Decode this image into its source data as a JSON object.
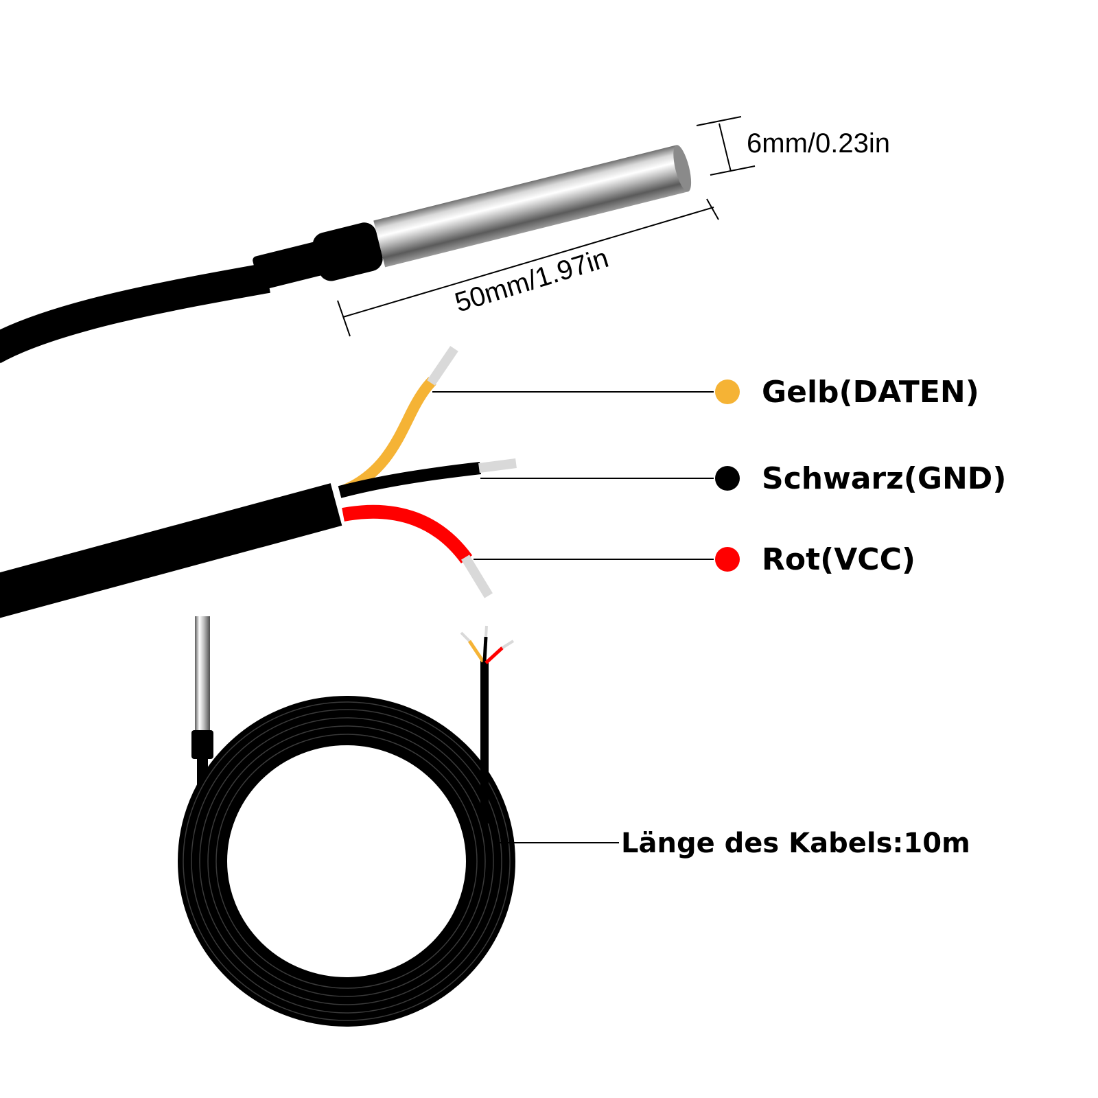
{
  "dimensions": {
    "diameter": "6mm/0.23in",
    "length": "50mm/1.97in"
  },
  "wires": [
    {
      "label": "Gelb(DATEN)",
      "color": "#F5B335"
    },
    {
      "label": "Schwarz(GND)",
      "color": "#000000"
    },
    {
      "label": "Rot(VCC)",
      "color": "#FF0000"
    }
  ],
  "cable": {
    "length_label": "Länge des Kabels:10m"
  }
}
